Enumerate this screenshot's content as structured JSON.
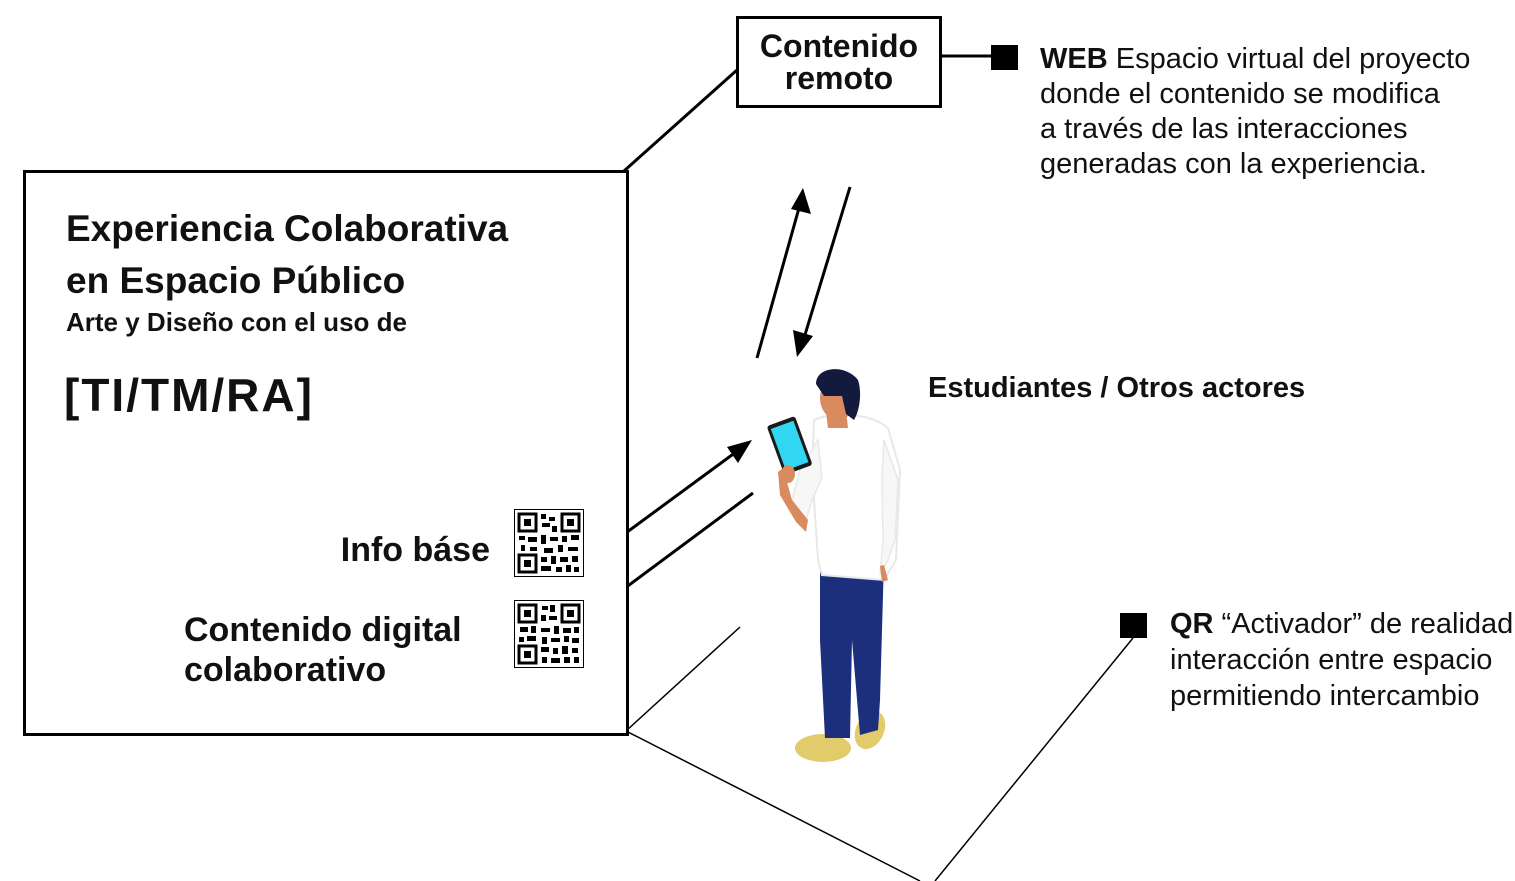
{
  "panel": {
    "title": "Experiencia Colaborativa\nen Espacio Público",
    "subtitle": "Arte y Diseño con el uso de",
    "code": "[TI/TM/RA]",
    "qr_items": [
      {
        "label": "Info báse"
      },
      {
        "label": "Contenido digital\ncolaborativo"
      }
    ]
  },
  "remote": {
    "label": "Contenido\nremoto"
  },
  "web": {
    "keyword": "WEB",
    "text": " Espacio virtual del proyecto\ndonde el contenido se modifica\na través de las interacciones\ngeneradas con la experiencia."
  },
  "actors": {
    "label": "Estudiantes / Otros actores"
  },
  "qr_note": {
    "keyword": "QR",
    "text": " “Activador” de realidad\ninteracción entre espacio\npermitiendo intercambio"
  },
  "colors": {
    "ink": "#000000",
    "tablet_screen": "#33d6f2",
    "hair": "#141a3d",
    "pants": "#1b2f7c",
    "shoes": "#e2cb6b",
    "skin": "#d98b5f"
  },
  "icons": [
    "arrow-up-icon",
    "arrow-down-icon",
    "arrow-left-icon",
    "arrow-right-icon",
    "qr-code-icon",
    "person-illustration"
  ]
}
